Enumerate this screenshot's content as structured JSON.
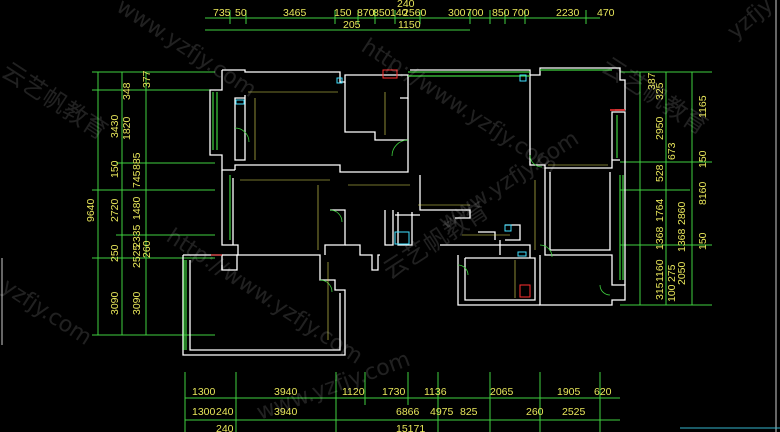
{
  "top_dims": [
    "735",
    "50",
    "3465",
    "150",
    "870",
    "850",
    "140",
    "2560",
    "300",
    "700",
    "850",
    "700",
    "2230",
    "470",
    "205",
    "1150",
    "240"
  ],
  "bottom_row1": [
    "1300",
    "3940",
    "1120",
    "1730",
    "1136",
    "2065",
    "1905",
    "620"
  ],
  "bottom_row2": [
    "1300",
    "240",
    "3940",
    "6866",
    "4975",
    "825",
    "260",
    "2525"
  ],
  "bottom_row3": [
    "240",
    "15171"
  ],
  "left_dims": [
    "377",
    "348",
    "3430",
    "1820",
    "885",
    "150",
    "745",
    "9640",
    "2720",
    "1480",
    "2335",
    "260",
    "250",
    "2525",
    "3090",
    "3090"
  ],
  "right_dims": [
    "387",
    "325",
    "2950",
    "1165",
    "673",
    "150",
    "528",
    "1764",
    "2860",
    "8160",
    "1368",
    "1368",
    "150",
    "1160",
    "275",
    "2050",
    "315",
    "100"
  ],
  "watermarks": {
    "url1": "www.yzfjy.com",
    "url2": "http://www.yzfjy.com",
    "cn": "云艺帆教育",
    "url3": "http://www.yzfjy.com",
    "url4": "yzfjy.com",
    "url5": "www.yzfjy.com",
    "url6": "yzfjy"
  }
}
